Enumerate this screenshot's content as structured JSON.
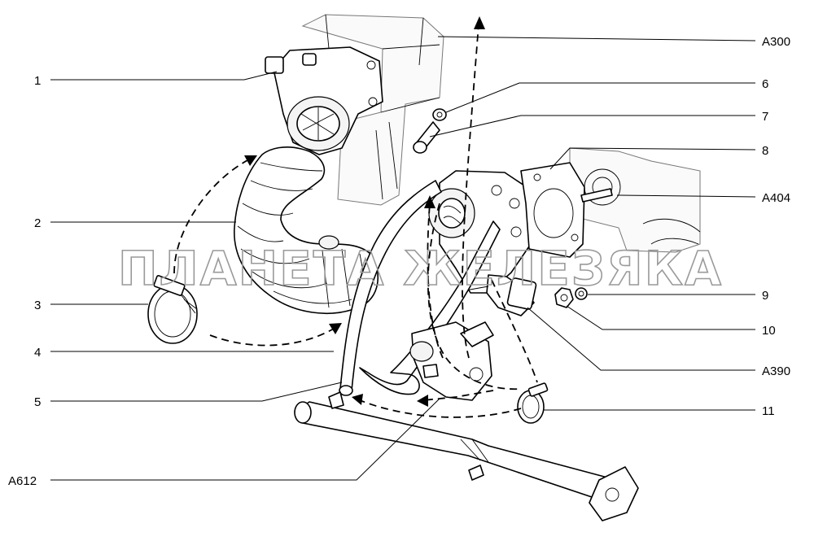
{
  "callouts": {
    "c1": "1",
    "c2": "2",
    "c3": "3",
    "c4": "4",
    "c5": "5",
    "c6": "6",
    "c7": "7",
    "c8": "8",
    "c9": "9",
    "c10": "10",
    "c11": "11",
    "a300": "A300",
    "a404": "A404",
    "a390": "A390",
    "a612": "A612"
  },
  "watermark": "ПЛАНЕТА ЖЕЛЕЗЯКА"
}
